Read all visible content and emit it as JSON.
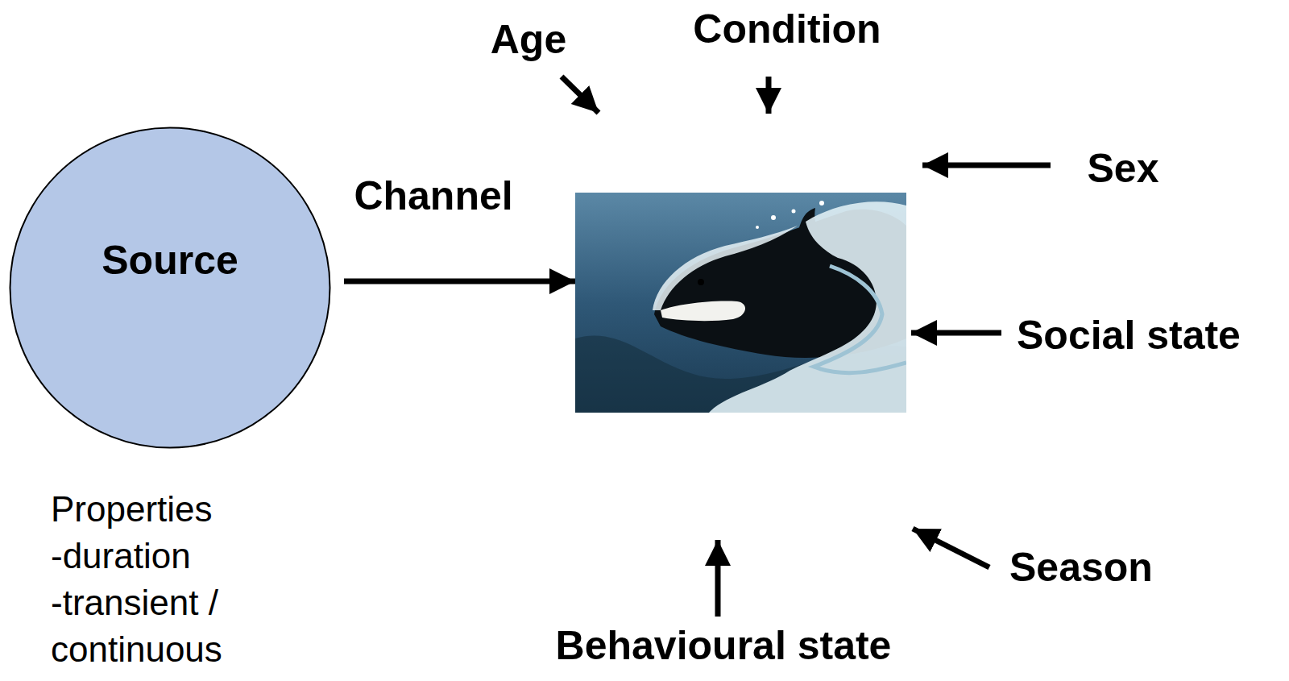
{
  "diagram": {
    "nodes": [
      {
        "text": [
          "Source"
        ]
      }
    ],
    "labels": [
      "Age",
      "Condition",
      "Sex",
      "Channel",
      "Social state",
      "Season",
      "Behavioural state",
      "Properties",
      "-duration",
      "-transient / continuous"
    ]
  }
}
